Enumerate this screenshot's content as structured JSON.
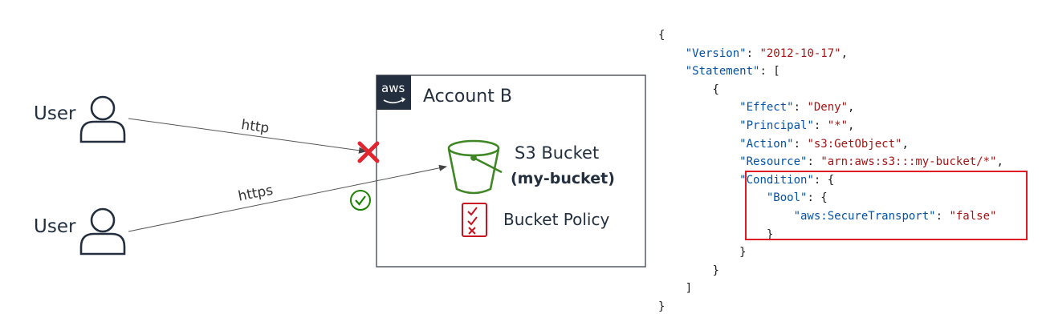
{
  "diagram": {
    "users": [
      {
        "label": "User"
      },
      {
        "label": "User"
      }
    ],
    "edges": [
      {
        "label": "http",
        "status": "denied"
      },
      {
        "label": "https",
        "status": "allowed"
      }
    ],
    "account": {
      "logo_text": "aws",
      "title": "Account B"
    },
    "bucket": {
      "title": "S3 Bucket",
      "name": "(my-bucket)"
    },
    "policy": {
      "label": "Bucket Policy"
    },
    "icons": [
      "user-icon",
      "s3-bucket-icon",
      "checklist-icon",
      "deny-x-icon",
      "allow-check-icon",
      "aws-logo-icon"
    ],
    "colors": {
      "ink": "#232f3e",
      "bucket_green": "#3f8624",
      "deny_red": "#e0262e",
      "policy_red": "#c7131f",
      "allow_green": "#1d8102",
      "highlight_red": "#e01b24"
    }
  },
  "policy_json": {
    "open_brace": "{",
    "version_key": "\"Version\"",
    "version_value": "\"2012-10-17\"",
    "statement_key": "\"Statement\"",
    "statement_open": "[",
    "stmt_open": "{",
    "effect_key": "\"Effect\"",
    "effect_value": "\"Deny\"",
    "principal_key": "\"Principal\"",
    "principal_value": "\"*\"",
    "action_key": "\"Action\"",
    "action_value": "\"s3:GetObject\"",
    "resource_key": "\"Resource\"",
    "resource_value": "\"arn:aws:s3:::my-bucket/*\"",
    "condition_key": "\"Condition\"",
    "condition_open": "{",
    "bool_key": "\"Bool\"",
    "bool_open": "{",
    "transport_key": "\"aws:SecureTransport\"",
    "transport_value": "\"false\"",
    "bool_close": "}",
    "condition_close": "}",
    "stmt_close": "}",
    "statement_close": "]",
    "close_brace": "}"
  }
}
